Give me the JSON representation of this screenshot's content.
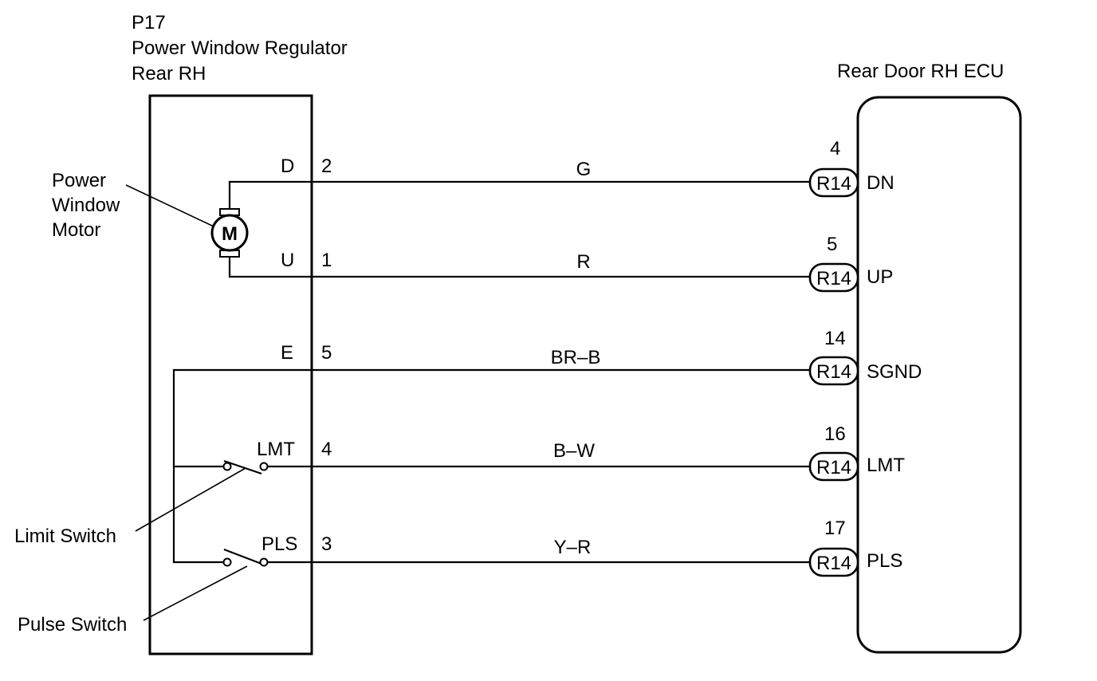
{
  "regulator": {
    "code": "P17",
    "name_line1": "Power Window Regulator",
    "name_line2": "Rear RH"
  },
  "ecu": {
    "name": "Rear Door RH ECU"
  },
  "motor": {
    "symbol": "M",
    "label_line1": "Power",
    "label_line2": "Window",
    "label_line3": "Motor"
  },
  "switches": {
    "limit_label": "Limit Switch",
    "pulse_label": "Pulse Switch"
  },
  "wires": [
    {
      "terminal_name": "D",
      "pin": "2",
      "color": "G",
      "connector": "R14",
      "ecu_pin": "4",
      "ecu_terminal": "DN"
    },
    {
      "terminal_name": "U",
      "pin": "1",
      "color": "R",
      "connector": "R14",
      "ecu_pin": "5",
      "ecu_terminal": "UP"
    },
    {
      "terminal_name": "E",
      "pin": "5",
      "color": "BR–B",
      "connector": "R14",
      "ecu_pin": "14",
      "ecu_terminal": "SGND"
    },
    {
      "terminal_name": "LMT",
      "pin": "4",
      "color": "B–W",
      "connector": "R14",
      "ecu_pin": "16",
      "ecu_terminal": "LMT"
    },
    {
      "terminal_name": "PLS",
      "pin": "3",
      "color": "Y–R",
      "connector": "R14",
      "ecu_pin": "17",
      "ecu_terminal": "PLS"
    }
  ]
}
